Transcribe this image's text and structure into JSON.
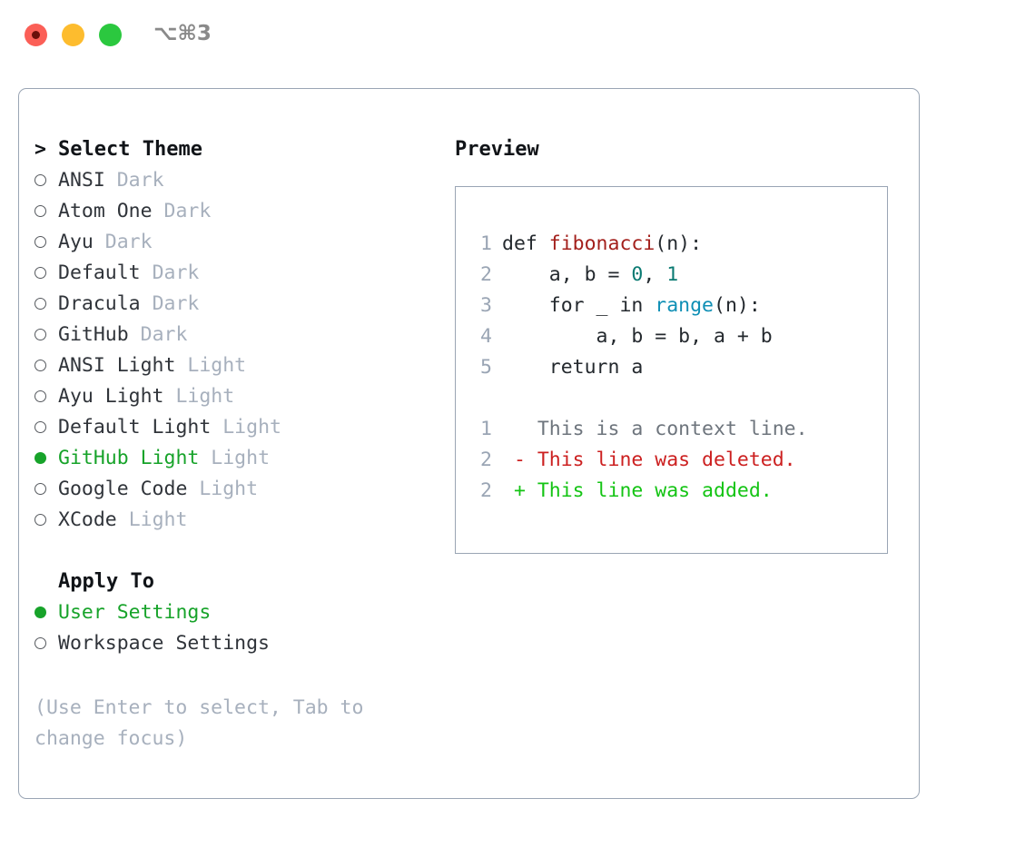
{
  "window": {
    "title": "⌥⌘3",
    "traffic_lights": [
      {
        "name": "close-button",
        "color": "#fb5f57"
      },
      {
        "name": "minimize-button",
        "color": "#fdbc2e"
      },
      {
        "name": "maximize-button",
        "color": "#2bc83f"
      }
    ]
  },
  "theme_list": {
    "header_marker": ">",
    "header": "Select Theme",
    "items": [
      {
        "marker": "ring",
        "name": "ANSI",
        "tag": "Dark",
        "selected": false
      },
      {
        "marker": "ring",
        "name": "Atom One",
        "tag": "Dark",
        "selected": false
      },
      {
        "marker": "ring",
        "name": "Ayu",
        "tag": "Dark",
        "selected": false
      },
      {
        "marker": "ring",
        "name": "Default",
        "tag": "Dark",
        "selected": false
      },
      {
        "marker": "ring",
        "name": "Dracula",
        "tag": "Dark",
        "selected": false
      },
      {
        "marker": "ring",
        "name": "GitHub",
        "tag": "Dark",
        "selected": false
      },
      {
        "marker": "ring",
        "name": "ANSI Light",
        "tag": "Light",
        "selected": false
      },
      {
        "marker": "ring",
        "name": "Ayu Light",
        "tag": "Light",
        "selected": false
      },
      {
        "marker": "ring",
        "name": "Default Light",
        "tag": "Light",
        "selected": false
      },
      {
        "marker": "dot",
        "name": "GitHub Light",
        "tag": "Light",
        "selected": true
      },
      {
        "marker": "ring",
        "name": "Google Code",
        "tag": "Light",
        "selected": false
      },
      {
        "marker": "ring",
        "name": "XCode",
        "tag": "Light",
        "selected": false
      }
    ]
  },
  "apply_to": {
    "header": "Apply To",
    "items": [
      {
        "marker": "dot",
        "name": "User Settings",
        "selected": true
      },
      {
        "marker": "ring",
        "name": "Workspace Settings",
        "selected": false
      }
    ]
  },
  "hint": "(Use Enter to select, Tab to change focus)",
  "preview": {
    "label": "Preview",
    "code_lines": [
      {
        "num": "1",
        "tokens": [
          {
            "t": "def ",
            "c": "plain"
          },
          {
            "t": "fibonacci",
            "c": "fn"
          },
          {
            "t": "(n):",
            "c": "plain"
          }
        ]
      },
      {
        "num": "2",
        "tokens": [
          {
            "t": "    a, b = ",
            "c": "plain"
          },
          {
            "t": "0",
            "c": "num"
          },
          {
            "t": ", ",
            "c": "plain"
          },
          {
            "t": "1",
            "c": "num"
          }
        ]
      },
      {
        "num": "3",
        "tokens": [
          {
            "t": "    for _ in ",
            "c": "plain"
          },
          {
            "t": "range",
            "c": "built"
          },
          {
            "t": "(n):",
            "c": "plain"
          }
        ]
      },
      {
        "num": "4",
        "tokens": [
          {
            "t": "        a, b = b, a + b",
            "c": "plain"
          }
        ]
      },
      {
        "num": "5",
        "tokens": [
          {
            "t": "    return a",
            "c": "plain"
          }
        ]
      },
      {
        "num": "",
        "tokens": []
      },
      {
        "num": "1",
        "tokens": [
          {
            "t": "   This is a context line.",
            "c": "ctx"
          }
        ]
      },
      {
        "num": "2",
        "tokens": [
          {
            "t": " - This line was deleted.",
            "c": "del"
          }
        ]
      },
      {
        "num": "2",
        "tokens": [
          {
            "t": " + This line was added.",
            "c": "add"
          }
        ]
      }
    ]
  },
  "colors": {
    "accent_green": "#17a32a",
    "muted": "#a7b0bd",
    "border": "#9aa5b4",
    "fn": "#a3201c",
    "number": "#0a7a72",
    "builtin": "#0f8fb5",
    "diff_delete": "#cc2020",
    "diff_add": "#14c414"
  }
}
